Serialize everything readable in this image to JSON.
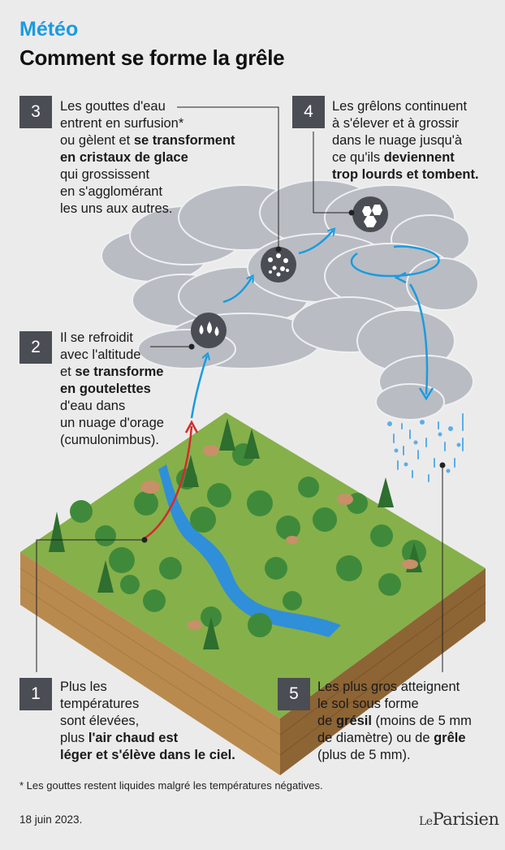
{
  "header": {
    "kicker": "Météo",
    "title": "Comment se forme la grêle"
  },
  "steps": [
    {
      "number": "1",
      "lines": [
        {
          "t": "Plus les"
        },
        {
          "t": "températures"
        },
        {
          "t": "sont élevées,"
        },
        {
          "t": "plus ",
          "b": "l'air chaud est"
        },
        {
          "b": "léger et s'élève dans le ciel."
        }
      ]
    },
    {
      "number": "2",
      "lines": [
        {
          "t": "Il se refroidit"
        },
        {
          "t": "avec l'altitude"
        },
        {
          "t": "et ",
          "b": "se transforme"
        },
        {
          "b": "en goutelettes"
        },
        {
          "t": "d'eau dans"
        },
        {
          "t": "un nuage d'orage"
        },
        {
          "t": "(cumulonimbus)."
        }
      ]
    },
    {
      "number": "3",
      "lines": [
        {
          "t": "Les gouttes d'eau"
        },
        {
          "t": "entrent en surfusion*"
        },
        {
          "t": "ou gèlent et ",
          "b": "se transforment"
        },
        {
          "b": "en cristaux de glace"
        },
        {
          "t": "qui grossissent"
        },
        {
          "t": "en s'agglomérant"
        },
        {
          "t": "les uns aux autres."
        }
      ]
    },
    {
      "number": "4",
      "lines": [
        {
          "t": "Les grêlons continuent"
        },
        {
          "t": "à s'élever et à grossir"
        },
        {
          "t": "dans le nuage jusqu'à"
        },
        {
          "t": "ce qu'ils ",
          "b": "deviennent"
        },
        {
          "b": "trop lourds et tombent."
        }
      ]
    },
    {
      "number": "5",
      "lines": [
        {
          "t": "Les plus gros atteignent"
        },
        {
          "t": "le sol sous forme"
        },
        {
          "t": "de ",
          "b": "grésil",
          "t2": " (moins de 5 mm"
        },
        {
          "t": "de diamètre) ou de ",
          "b": "grêle"
        },
        {
          "t": "(plus de 5 mm)."
        }
      ]
    }
  ],
  "footnote": "* Les gouttes restent liquides malgré les températures négatives.",
  "date": "18 juin 2023.",
  "logo": {
    "first": "Le",
    "second": "Parisien"
  },
  "colors": {
    "accent": "#1a9be0",
    "warm_arrow": "#d22b2b",
    "cloud": "#b9bcc2",
    "grass": "#8cb44a",
    "river": "#2f8fd8"
  }
}
